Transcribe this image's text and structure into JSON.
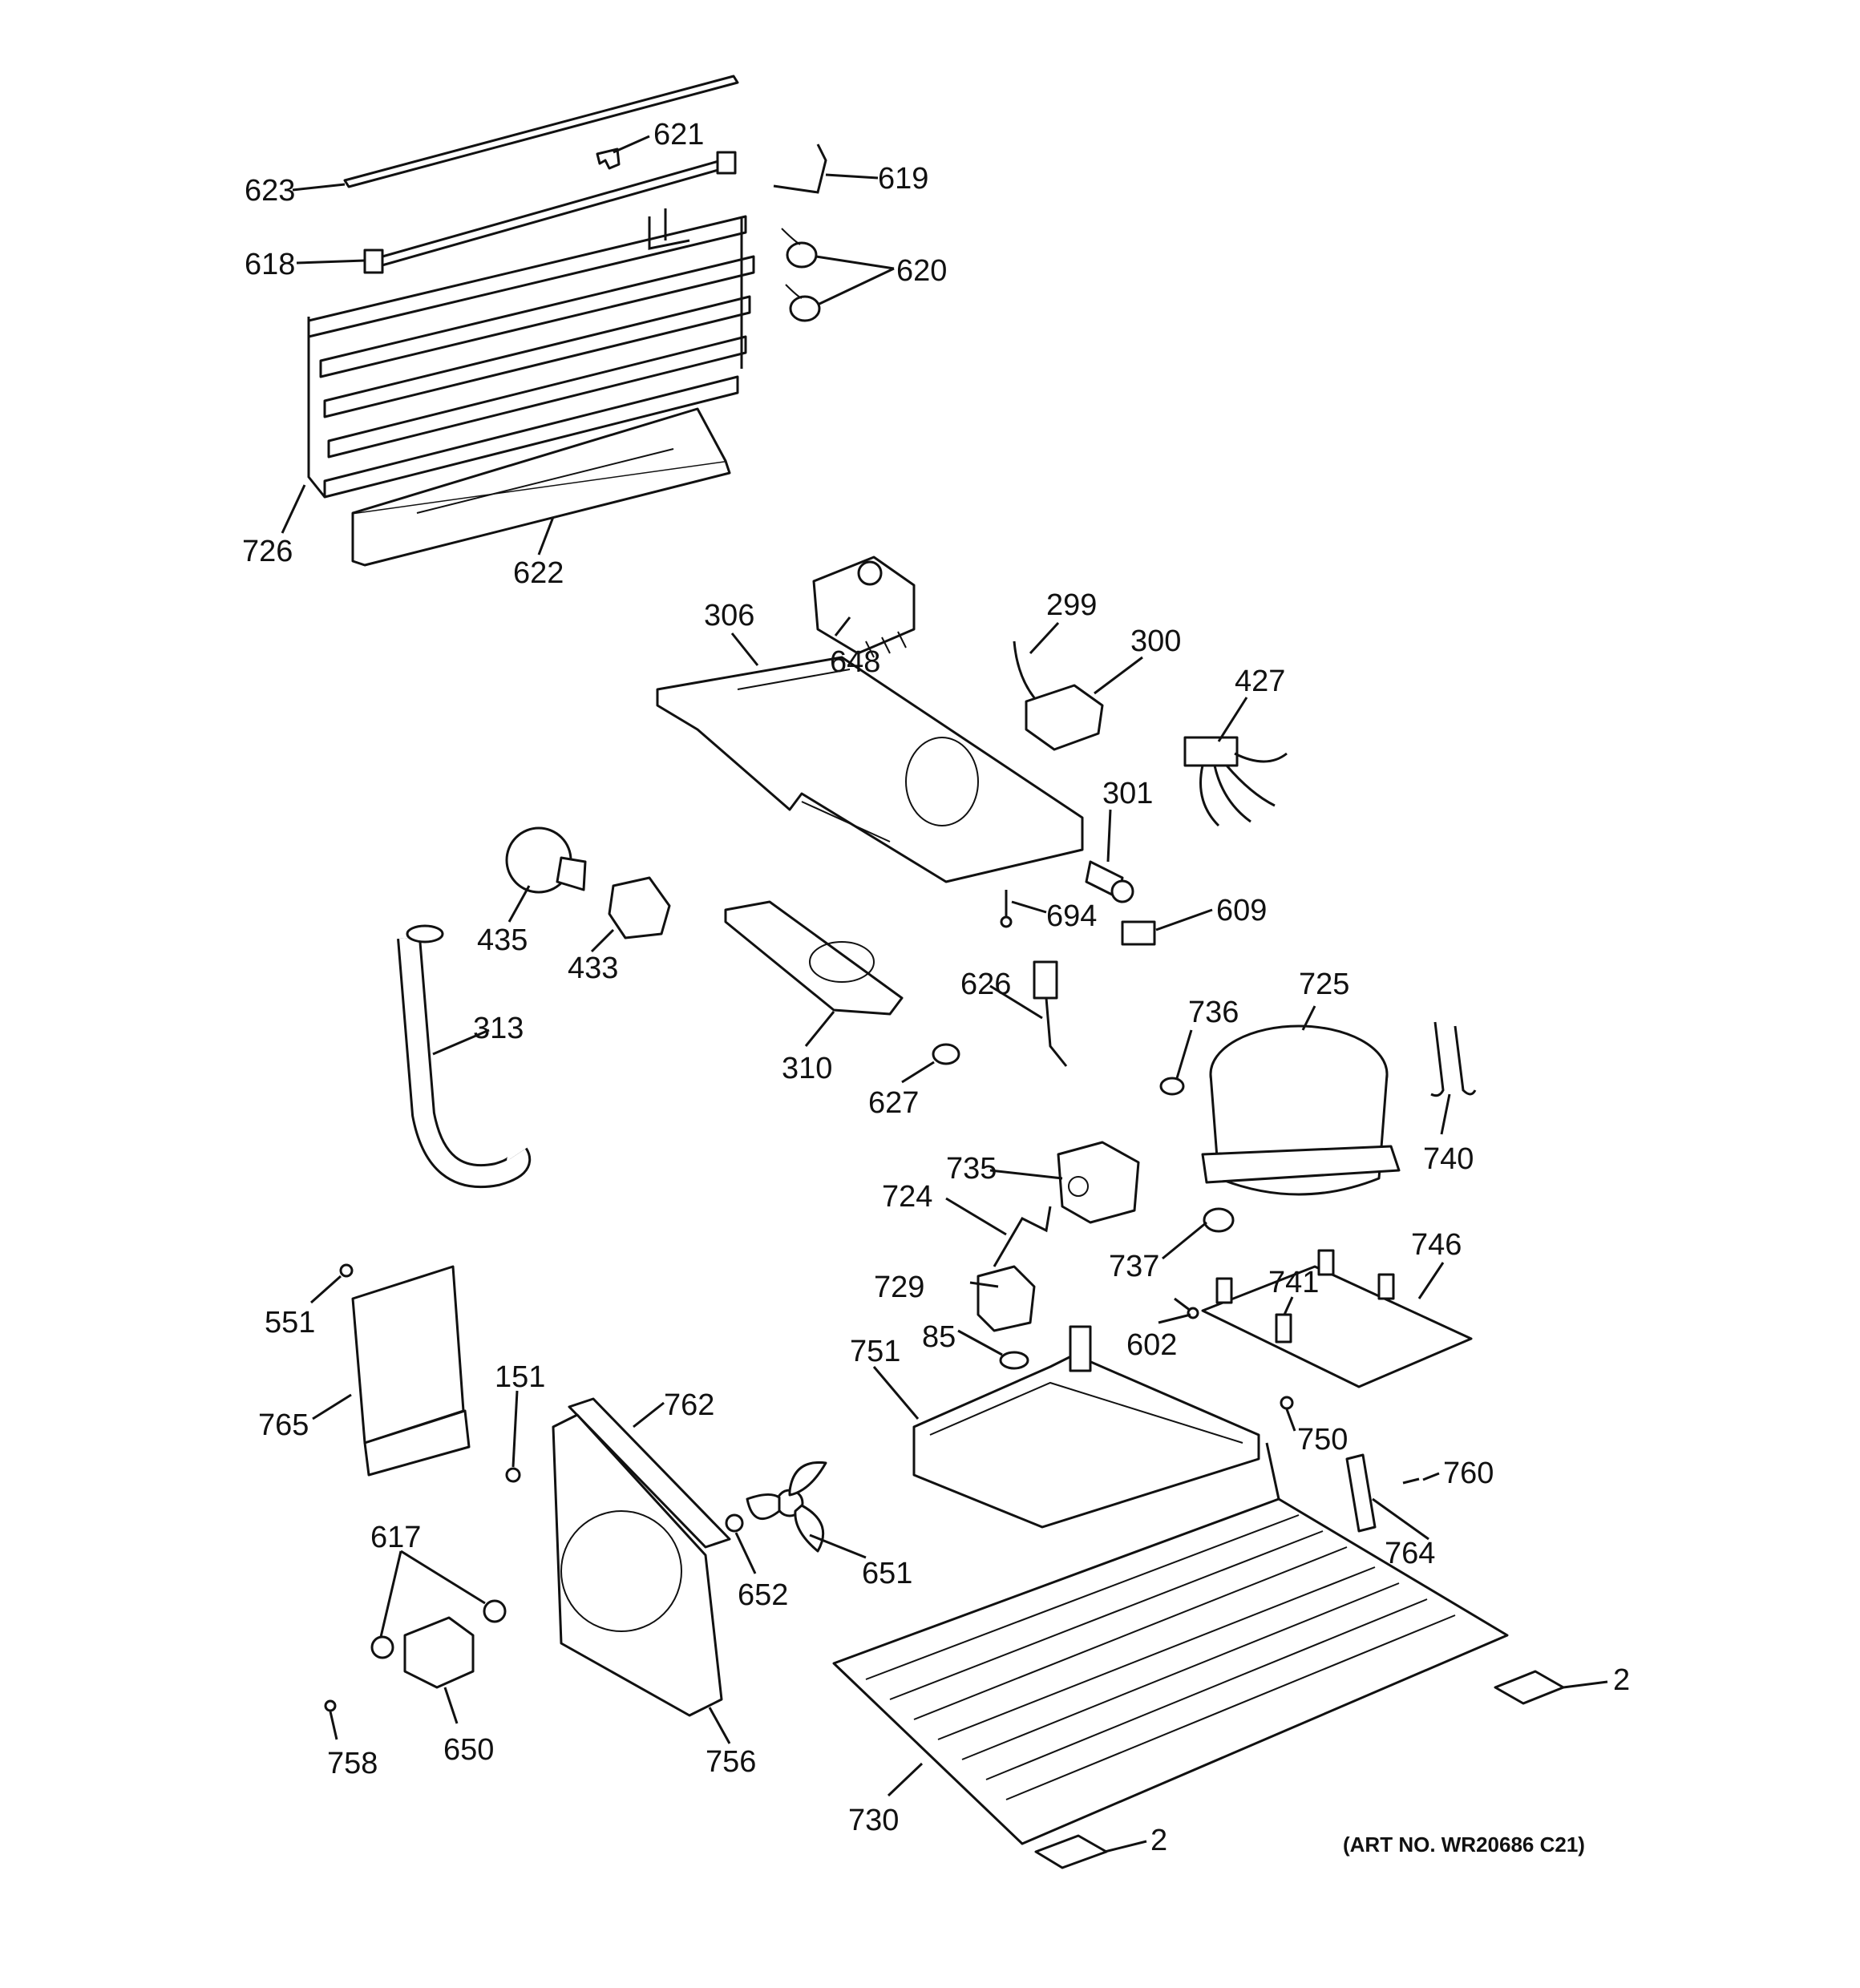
{
  "art_number": "(ART NO. WR20686 C21)",
  "callouts": [
    {
      "id": "623",
      "text": "623"
    },
    {
      "id": "621",
      "text": "621"
    },
    {
      "id": "619",
      "text": "619"
    },
    {
      "id": "618",
      "text": "618"
    },
    {
      "id": "620",
      "text": "620"
    },
    {
      "id": "726",
      "text": "726"
    },
    {
      "id": "622",
      "text": "622"
    },
    {
      "id": "306",
      "text": "306"
    },
    {
      "id": "648",
      "text": "648"
    },
    {
      "id": "299",
      "text": "299"
    },
    {
      "id": "300",
      "text": "300"
    },
    {
      "id": "427",
      "text": "427"
    },
    {
      "id": "301",
      "text": "301"
    },
    {
      "id": "694",
      "text": "694"
    },
    {
      "id": "609",
      "text": "609"
    },
    {
      "id": "435",
      "text": "435"
    },
    {
      "id": "433",
      "text": "433"
    },
    {
      "id": "313",
      "text": "313"
    },
    {
      "id": "310",
      "text": "310"
    },
    {
      "id": "626",
      "text": "626"
    },
    {
      "id": "627",
      "text": "627"
    },
    {
      "id": "725",
      "text": "725"
    },
    {
      "id": "736",
      "text": "736"
    },
    {
      "id": "740",
      "text": "740"
    },
    {
      "id": "735",
      "text": "735"
    },
    {
      "id": "724",
      "text": "724"
    },
    {
      "id": "737",
      "text": "737"
    },
    {
      "id": "746",
      "text": "746"
    },
    {
      "id": "729",
      "text": "729"
    },
    {
      "id": "741",
      "text": "741"
    },
    {
      "id": "602",
      "text": "602"
    },
    {
      "id": "551",
      "text": "551"
    },
    {
      "id": "85",
      "text": "85"
    },
    {
      "id": "751",
      "text": "751"
    },
    {
      "id": "151",
      "text": "151"
    },
    {
      "id": "762",
      "text": "762"
    },
    {
      "id": "765",
      "text": "765"
    },
    {
      "id": "750",
      "text": "750"
    },
    {
      "id": "760",
      "text": "760"
    },
    {
      "id": "764",
      "text": "764"
    },
    {
      "id": "617",
      "text": "617"
    },
    {
      "id": "652",
      "text": "652"
    },
    {
      "id": "651",
      "text": "651"
    },
    {
      "id": "2a",
      "text": "2"
    },
    {
      "id": "650",
      "text": "650"
    },
    {
      "id": "758",
      "text": "758"
    },
    {
      "id": "756",
      "text": "756"
    },
    {
      "id": "730",
      "text": "730"
    },
    {
      "id": "2b",
      "text": "2"
    }
  ]
}
